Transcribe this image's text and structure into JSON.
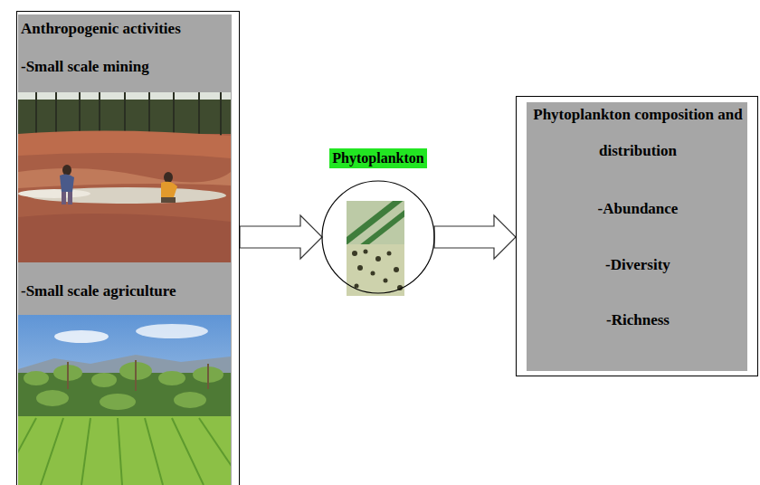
{
  "diagram": {
    "nodes": [
      {
        "text": [
          "Anthropogenic activities",
          "-Small scale mining",
          "-Small scale agriculture"
        ]
      },
      {
        "text": [
          "Phytoplankton"
        ]
      },
      {
        "text": [
          "Phytoplankton composition and distribution",
          "-Abundance",
          "-Diversity",
          "-Richness"
        ]
      }
    ],
    "edges": [
      {
        "from": 0,
        "to": 1,
        "arrow": "to"
      },
      {
        "from": 1,
        "to": 2,
        "arrow": "to"
      }
    ]
  }
}
